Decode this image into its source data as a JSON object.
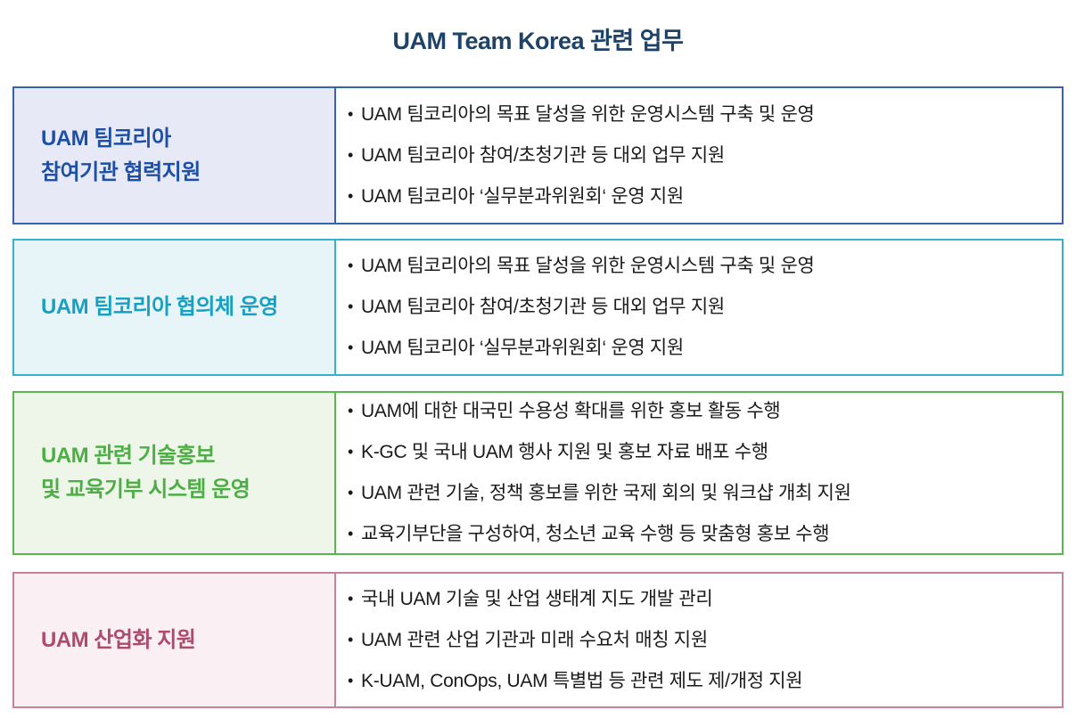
{
  "title": "UAM Team Korea 관련 업무",
  "colors": {
    "title": "#1e4268",
    "body_text": "#1a1a1a"
  },
  "rows": [
    {
      "label_lines": [
        "UAM 팀코리아",
        "참여기관 협력지원"
      ],
      "accent": "#3a63ae",
      "label_color": "#1c4fa5",
      "bg": "#e7eaf6",
      "bullets": [
        "UAM 팀코리아의 목표 달성을 위한 운영시스템 구축 및 운영",
        "UAM 팀코리아 참여/초청기관 등 대외 업무 지원",
        "UAM 팀코리아 ‘실무분과위원회‘ 운영 지원"
      ]
    },
    {
      "label_lines": [
        "UAM 팀코리아 협의체 운영"
      ],
      "accent": "#35b3c9",
      "label_color": "#18a0c2",
      "bg": "#e7f4f8",
      "bullets": [
        "UAM 팀코리아의 목표 달성을 위한 운영시스템 구축 및 운영",
        "UAM 팀코리아 참여/초청기관 등 대외 업무 지원",
        "UAM 팀코리아 ‘실무분과위원회‘ 운영 지원"
      ]
    },
    {
      "label_lines": [
        "UAM 관련 기술홍보",
        "및 교육기부 시스템 운영"
      ],
      "accent": "#5ab74f",
      "label_color": "#4cae44",
      "bg": "#eef6ea",
      "bullets": [
        "UAM에 대한 대국민 수용성 확대를 위한 홍보 활동 수행",
        "K-GC 및 국내 UAM 행사 지원 및 홍보 자료 배포 수행",
        "UAM 관련 기술, 정책 홍보를 위한 국제 회의 및 워크샵 개최 지원",
        "교육기부단을 구성하여, 청소년 교육 수행 등 맞춤형 홍보 수행"
      ]
    },
    {
      "label_lines": [
        "UAM 산업화 지원"
      ],
      "accent": "#c5829a",
      "label_color": "#ae4a6d",
      "bg": "#faeff2",
      "bullets": [
        "국내 UAM 기술 및 산업 생태계 지도 개발 관리",
        "UAM 관련 산업 기관과 미래 수요처 매칭 지원",
        "K-UAM, ConOps, UAM 특별법 등 관련 제도 제/개정 지원"
      ]
    }
  ]
}
